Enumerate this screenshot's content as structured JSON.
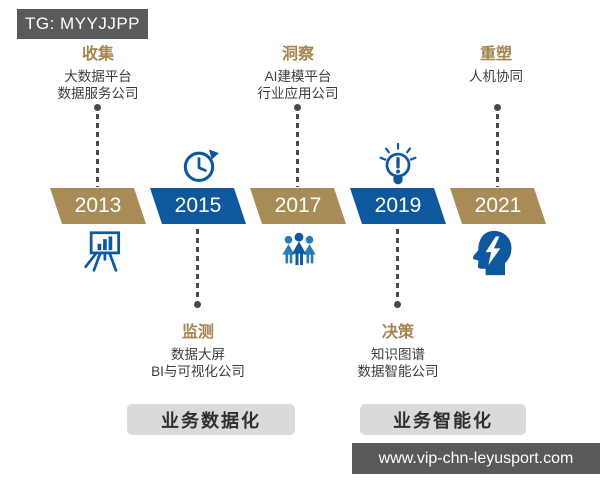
{
  "watermarks": {
    "tg": "TG: MYYJJPP",
    "site": "www.vip-chn-leyusport.com"
  },
  "colors": {
    "gold": "#a98b57",
    "blue": "#10589e",
    "label_gold": "#a5854f",
    "text_dark": "#3c3c3c",
    "connector": "#484848",
    "badge_bg": "#5a5a5a",
    "box_bg": "#d9dadc"
  },
  "top_labels": [
    {
      "title": "收集",
      "lines": [
        "大数据平台",
        "数据服务公司"
      ]
    },
    {
      "title": "洞察",
      "lines": [
        "AI建模平台",
        "行业应用公司"
      ]
    },
    {
      "title": "重塑",
      "lines": [
        "人机协同"
      ]
    }
  ],
  "timeline": {
    "years": [
      {
        "label": "2013",
        "color": "gold"
      },
      {
        "label": "2015",
        "color": "blue"
      },
      {
        "label": "2017",
        "color": "gold"
      },
      {
        "label": "2019",
        "color": "blue"
      },
      {
        "label": "2021",
        "color": "gold"
      }
    ]
  },
  "bottom_labels": [
    {
      "title": "监测",
      "lines": [
        "数据大屏",
        "BI与可视化公司"
      ]
    },
    {
      "title": "决策",
      "lines": [
        "知识图谱",
        "数据智能公司"
      ]
    }
  ],
  "stage_boxes": [
    {
      "label": "业务数据化"
    },
    {
      "label": "业务智能化"
    }
  ],
  "icons": [
    "clock-history",
    "lightbulb-alert",
    "presentation-easel",
    "team",
    "head-lightning"
  ]
}
